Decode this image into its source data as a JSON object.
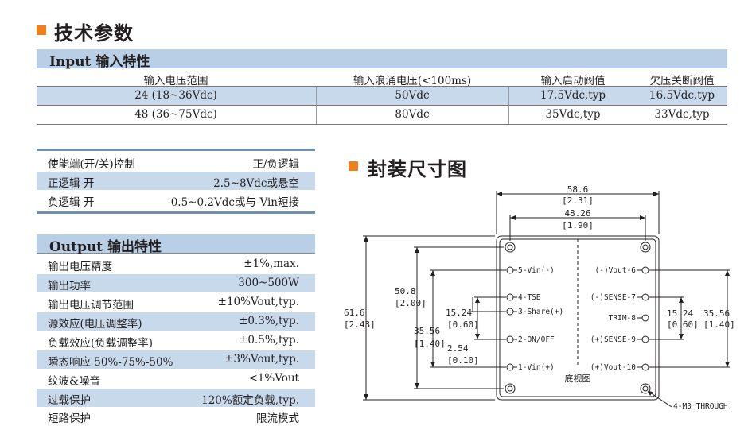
{
  "tech_heading": "技术参数",
  "input_table": {
    "band_title": "Input 输入特性",
    "headers": [
      "输入电压范围",
      "输入浪涌电压(<100ms)",
      "输入启动阀值",
      "欠压关断阀值"
    ],
    "rows": [
      [
        "24 (18~36Vdc)",
        "50Vdc",
        "17.5Vdc,typ",
        "16.5Vdc,typ"
      ],
      [
        "48 (36~75Vdc)",
        "80Vdc",
        "35Vdc,typ",
        "33Vdc,typ"
      ]
    ]
  },
  "enable_table": {
    "rows": [
      {
        "label": "使能端(开/关)控制",
        "value": "正/负逻辑"
      },
      {
        "label": "正逻辑-开",
        "value": "2.5~8Vdc或悬空"
      },
      {
        "label": "负逻辑-开",
        "value": "-0.5~0.2Vdc或与-Vin短接"
      }
    ]
  },
  "output_table": {
    "band_title": "Output 输出特性",
    "rows": [
      {
        "label": "输出电压精度",
        "value": "±1%,max."
      },
      {
        "label": "输出功率",
        "value": "300~500W"
      },
      {
        "label": "输出电压调节范围",
        "value": "±10%Vout,typ."
      },
      {
        "label": "源效应(电压调整率)",
        "value": "±0.3%,typ."
      },
      {
        "label": "负载效应(负载调整率)",
        "value": "±0.5%,typ."
      },
      {
        "label": "瞬态响应 50%-75%-50%",
        "value": "±3%Vout,typ."
      },
      {
        "label": "纹波&噪音",
        "value": "<1%Vout"
      },
      {
        "label": "过载保护",
        "value": "120%额定负载,typ."
      },
      {
        "label": "短路保护",
        "value": "限流模式"
      }
    ]
  },
  "package": {
    "heading": "封装尺寸图",
    "dims": {
      "w_outer": "58.6",
      "w_outer_in": "[2.31]",
      "w_inner": "48.26",
      "w_inner_in": "[1.90]",
      "h_outer": "61.6",
      "h_outer_in": "[2.43]",
      "h_inner": "50.8",
      "h_inner_in": "[2.00]",
      "h_left": "35.56",
      "h_left_in": "[1.40]",
      "pitch_left": "15.24",
      "pitch_left_in": "[0.60]",
      "pitch_small": "2.54",
      "pitch_small_in": "[0.10]",
      "pitch_right": "15.24",
      "pitch_right_in": "[0.60]",
      "h_right": "35.56",
      "h_right_in": "[1.40]"
    },
    "pins_left": [
      "5-Vin(-)",
      "4-TSB",
      "3-Share(+)",
      "2-ON/OFF",
      "1-Vin(+)"
    ],
    "pins_right": [
      "(-)Vout-6",
      "(-)SENSE-7",
      "TRIM-8",
      "(+)SENSE-9",
      "(+)Vout-10"
    ],
    "bottom_view": "底视图",
    "through_label": "4-M3 THROUGH"
  }
}
